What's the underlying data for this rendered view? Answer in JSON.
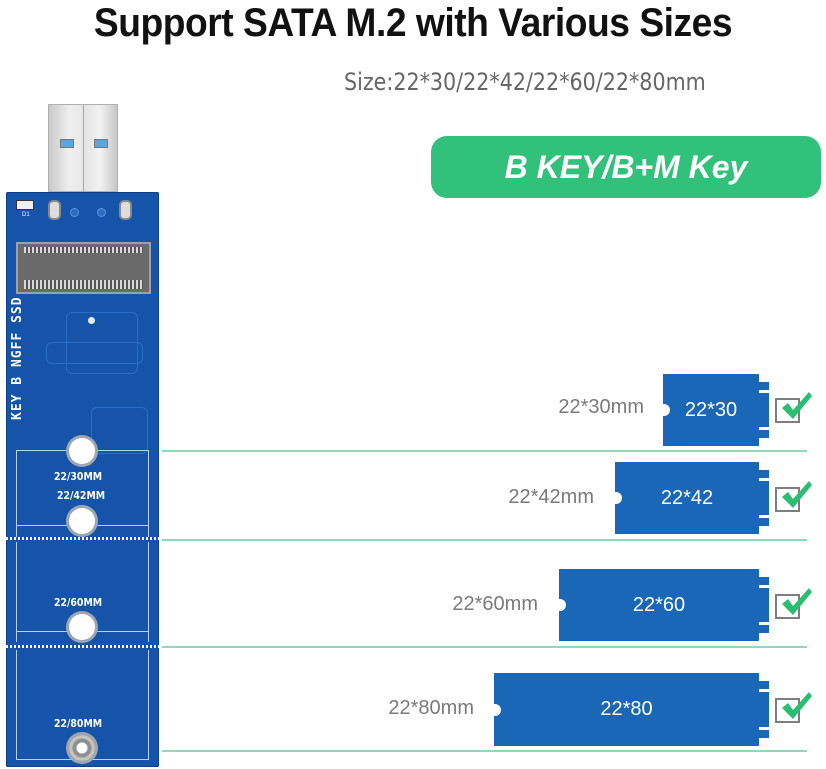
{
  "header": {
    "title": "Support SATA M.2 with Various Sizes",
    "subtitle": "Size:22*30/22*42/22*60/22*80mm",
    "key_badge": "B KEY/B+M Key",
    "badge_color": "#32c17b"
  },
  "board": {
    "led_label": "D1",
    "vertical_silk": "KEY B NGFF SSD",
    "mount_labels": [
      "22/30MM",
      "22/42MM",
      "22/60MM",
      "22/80MM"
    ],
    "board_color": "#1554a8"
  },
  "sizes": [
    {
      "label": "22*30mm",
      "card_text": "22*30",
      "supported": true
    },
    {
      "label": "22*42mm",
      "card_text": "22*42",
      "supported": true
    },
    {
      "label": "22*60mm",
      "card_text": "22*60",
      "supported": true
    },
    {
      "label": "22*80mm",
      "card_text": "22*80",
      "supported": true
    }
  ],
  "colors": {
    "ssd_blue": "#1a67b7",
    "check_green": "#2bbd72",
    "guide_line": "#8fd8b9"
  }
}
